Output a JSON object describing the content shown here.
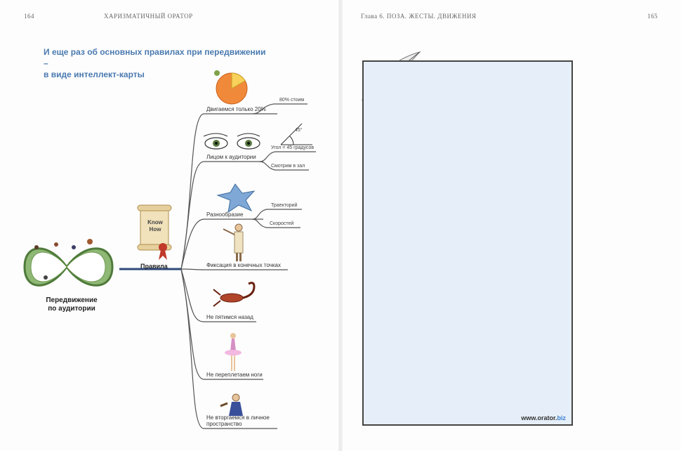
{
  "left_page": {
    "page_number": "164",
    "running_head": "ХАРИЗМАТИЧНЫЙ ОРАТОР",
    "heading_line1": "И еще раз об основных правилах при передвижении –",
    "heading_line2": "в виде интеллект-карты"
  },
  "right_page": {
    "page_number": "165",
    "running_head": "Глава 6.  ПОЗА. ЖЕСТЫ. ДВИЖЕНИЯ",
    "website": "www.orator.",
    "website_tld": "biz"
  },
  "mindmap": {
    "root_line1": "Передвижение",
    "root_line2": "по аудитории",
    "scroll_line1": "Know",
    "scroll_line2": "How",
    "center": "Правила",
    "branches": [
      {
        "label": "Двигаемся только 20%",
        "sub": [
          "80% стоим"
        ]
      },
      {
        "label": "Лицом к аудитории",
        "sub": [
          "Угол = 45 градусов",
          "Смотрим в зал"
        ]
      },
      {
        "label": "Разнообразие",
        "sub": [
          "Траекторий",
          "Скоростей"
        ]
      },
      {
        "label": "Фиксация в конечных точках",
        "sub": []
      },
      {
        "label": "Не пятимся назад",
        "sub": []
      },
      {
        "label": "Не переплетаем ноги",
        "sub": []
      },
      {
        "label": "Не вторгаемся в личное пространство",
        "sub": []
      }
    ],
    "angle_label": "45°"
  },
  "colors": {
    "heading": "#4a7ab0",
    "frame_fill": "#e6eff9",
    "branch_line": "#555555",
    "infinity_green": "#6d9a52"
  }
}
